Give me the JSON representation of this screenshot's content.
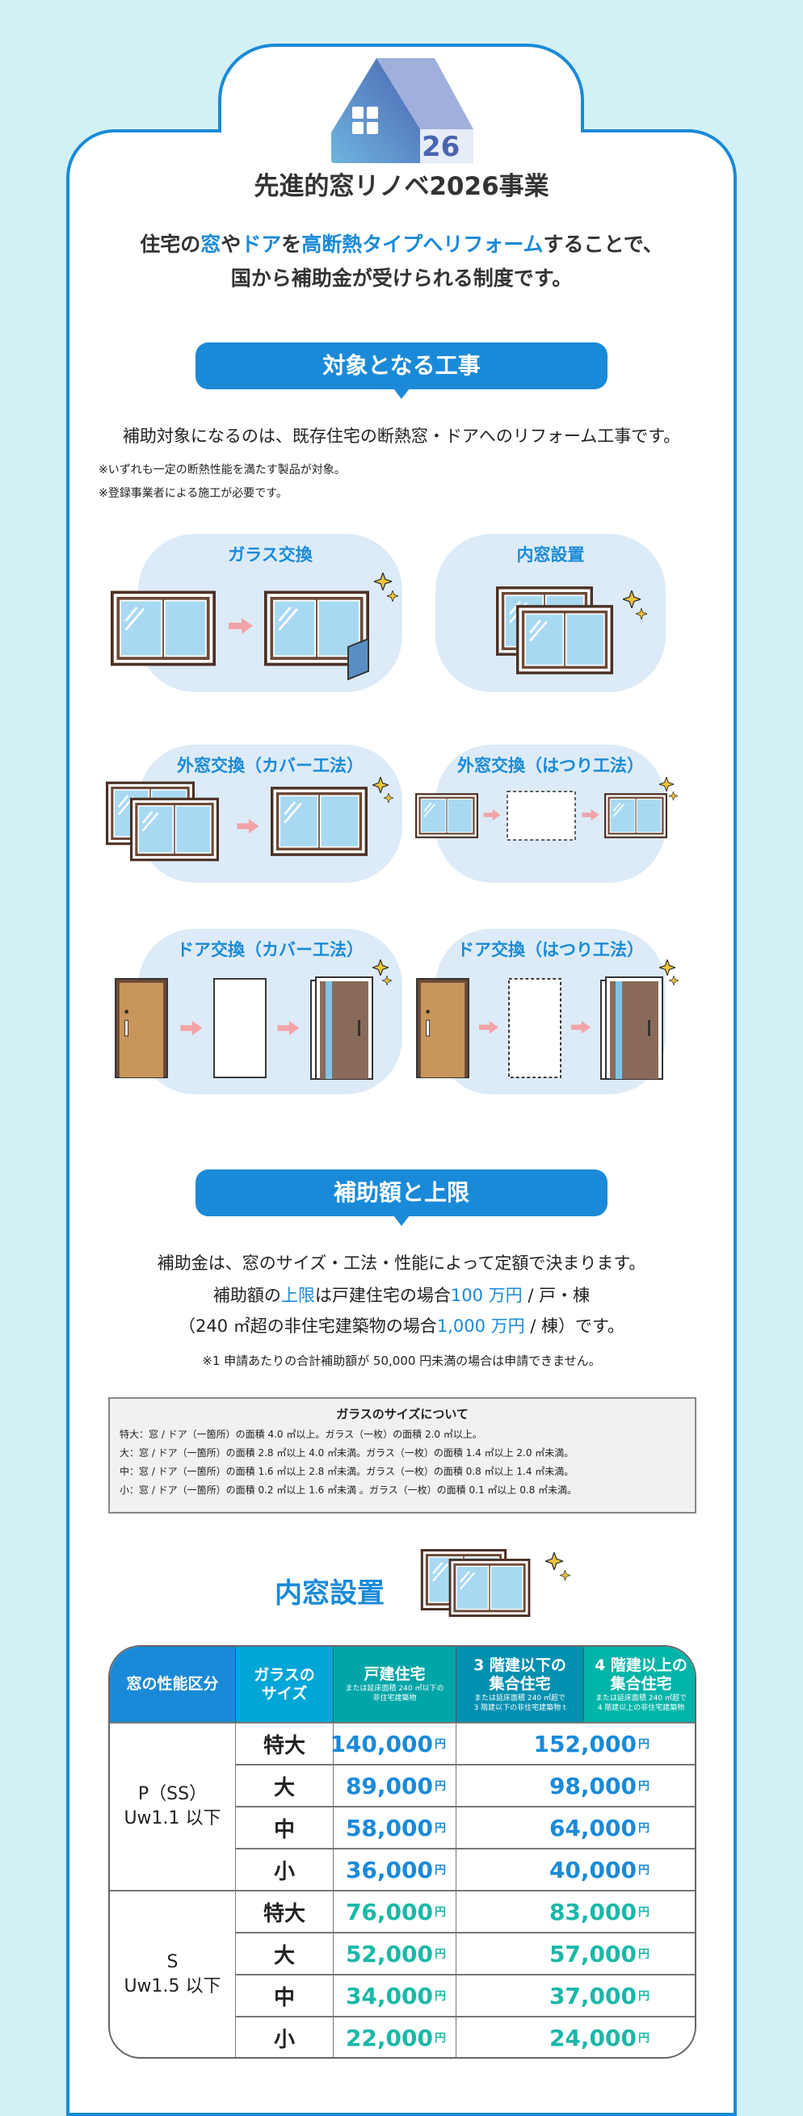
{
  "header": {
    "logo_number": "26",
    "title": "先進的窓リノベ2026事業",
    "subtitle_parts": [
      "住宅の",
      "窓",
      "や",
      "ドア",
      "を",
      "高断熱タイプへリフォーム",
      "することで、"
    ],
    "subtitle_line2": "国から補助金が受けられる制度です。"
  },
  "section1": {
    "heading": "対象となる工事",
    "lead": "補助対象になるのは、既存住宅の断熱窓・ドアへのリフォーム工事です。",
    "notes": [
      "※いずれも一定の断熱性能を満たす製品が対象。",
      "※登録事業者による施工が必要です。"
    ],
    "works": [
      {
        "label": "ガラス交換"
      },
      {
        "label": "内窓設置"
      },
      {
        "label": "外窓交換（カバー工法）"
      },
      {
        "label": "外窓交換（はつり工法）"
      },
      {
        "label": "ドア交換（カバー工法）"
      },
      {
        "label": "ドア交換（はつり工法）"
      }
    ]
  },
  "section2": {
    "heading": "補助額と上限",
    "line1": "補助金は、窓のサイズ・工法・性能によって定額で決まります。",
    "line2_parts": [
      "補助額の",
      "上限",
      "は戸建住宅の場合",
      "100 万円",
      " / 戸・棟"
    ],
    "line3_parts": [
      "（240 ㎡超の非住宅建築物の場合",
      "1,000 万円",
      " / 棟）です。"
    ],
    "note": "※1 申請あたりの合計補助額が 50,000 円未満の場合は申請できません。"
  },
  "glass_sizes": {
    "title": "ガラスのサイズについて",
    "rows": [
      "特大：窓 / ドア（一箇所）の面積 4.0 ㎡以上。ガラス（一枚）の面積 2.0 ㎡以上。",
      "大：窓 / ドア（一箇所）の面積 2.8 ㎡以上 4.0 ㎡未満。ガラス（一枚）の面積 1.4 ㎡以上 2.0 ㎡未満。",
      "中：窓 / ドア（一箇所）の面積 1.6 ㎡以上 2.8 ㎡未満。ガラス（一枚）の面積 0.8 ㎡以上 1.4 ㎡未満。",
      "小：窓 / ドア（一箇所）の面積 0.2 ㎡以上 1.6 ㎡未満 。ガラス（一枚）の面積 0.1 ㎡以上 0.8 ㎡未満。"
    ]
  },
  "inner_window": {
    "heading": "内窓設置",
    "table": {
      "headers": [
        {
          "title": "窓の性能区分",
          "note": ""
        },
        {
          "title": "ガラスの\nサイズ",
          "note": ""
        },
        {
          "title": "戸建住宅",
          "note": "または延床面積 240 ㎡以下の\n非住宅建築物"
        },
        {
          "title": "3 階建以下の\n集合住宅",
          "note": "または延床面積 240 ㎡超で\n3 階建以下の非住宅建築物 t"
        },
        {
          "title": "4 階建以上の\n集合住宅",
          "note": "または延床面積 240 ㎡超で\n4 階建以上の非住宅建築物"
        }
      ],
      "yen": "円",
      "groups": [
        {
          "grade": "P（SS）",
          "uw": "Uw1.1 以下",
          "color": "#1a8ad8",
          "rows": [
            {
              "size": "特大",
              "detached": "140,000",
              "multi": "152,000"
            },
            {
              "size": "大",
              "detached": "89,000",
              "multi": "98,000"
            },
            {
              "size": "中",
              "detached": "58,000",
              "multi": "64,000"
            },
            {
              "size": "小",
              "detached": "36,000",
              "multi": "40,000"
            }
          ]
        },
        {
          "grade": "S",
          "uw": "Uw1.5 以下",
          "color": "#1ab8a8",
          "rows": [
            {
              "size": "特大",
              "detached": "76,000",
              "multi": "83,000"
            },
            {
              "size": "大",
              "detached": "52,000",
              "multi": "57,000"
            },
            {
              "size": "中",
              "detached": "34,000",
              "multi": "37,000"
            },
            {
              "size": "小",
              "detached": "22,000",
              "multi": "24,000"
            }
          ]
        }
      ]
    }
  },
  "colors": {
    "accent": "#1a8ad8",
    "teal": "#1ab8a8",
    "background": "#d3f0f5",
    "bubble": "#dcebf7"
  }
}
